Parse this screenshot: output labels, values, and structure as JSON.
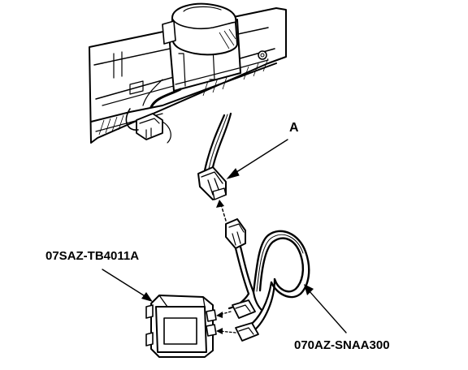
{
  "callouts": {
    "connector": "A",
    "control_unit": "07SAZ-TB4011A",
    "harness": "070AZ-SNAA300"
  },
  "colors": {
    "ink": "#000000",
    "background": "#ffffff"
  }
}
